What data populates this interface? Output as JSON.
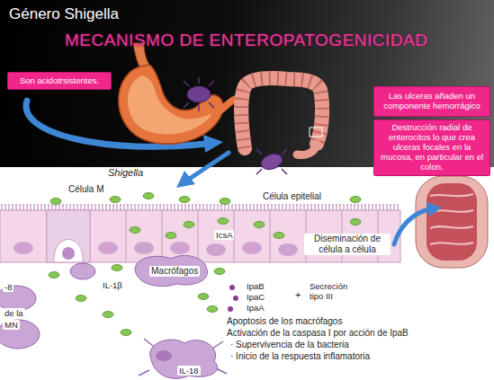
{
  "diagram": {
    "title": "Género Shigella",
    "nodes": [
      {
        "text": [
          "Son acidotrsistentes."
        ]
      },
      {
        "text": [
          "Las ulceras añaden un componente hemorrágico"
        ]
      },
      {
        "text": [
          "Destrucción radial de enterocitos lo que crea ulceras focales en la mucosa, en particular en el colon."
        ]
      }
    ],
    "labels": [
      "MECANISMO DE ENTEROPATOGENICIDAD",
      "Shigella",
      "Célula M",
      "Célula epitelial",
      "IcsA",
      "Diseminación de célula a célula",
      "Macrófagos",
      "IL-1β",
      "IpaB",
      "IpaC",
      "IpaA",
      "+",
      "Secreción tipo III",
      "Apoptosis de los macrófagos",
      "Activación de la caspasa I por acción de IpaB",
      "· Supervivencia de la bacteria",
      "· Inicio de la respuesta inflamatoria",
      "IL-18",
      "-8",
      "de la",
      "MN"
    ]
  }
}
